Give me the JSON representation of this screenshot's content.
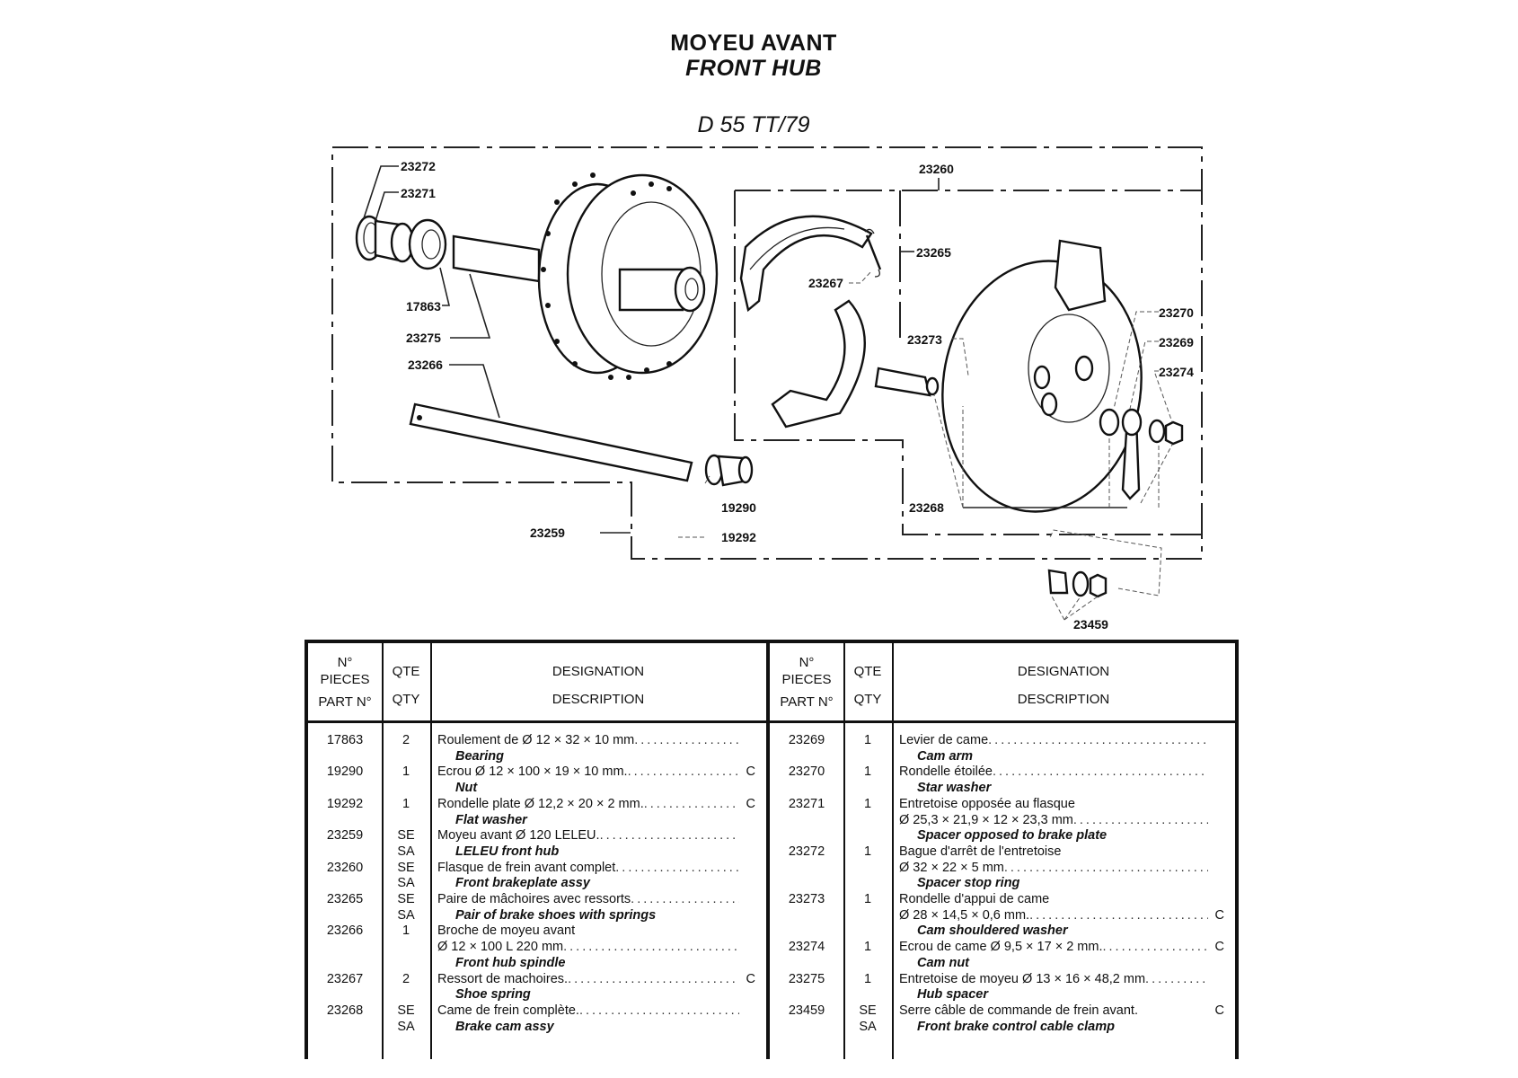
{
  "header": {
    "title_fr": "MOYEU AVANT",
    "title_en": "FRONT HUB",
    "model": "D 55 TT/79"
  },
  "diagram": {
    "callouts": [
      "23272",
      "23271",
      "17863",
      "23275",
      "23266",
      "23259",
      "19290",
      "19292",
      "23260",
      "23265",
      "23267",
      "23273",
      "23270",
      "23269",
      "23274",
      "23268",
      "23459"
    ]
  },
  "table": {
    "headers": {
      "part_fr_line1": "N°",
      "part_fr_line2": "PIECES",
      "part_en": "PART N°",
      "qty_fr": "QTE",
      "qty_en": "QTY",
      "desc_fr": "DESIGNATION",
      "desc_en": "DESCRIPTION"
    },
    "left_rows": [
      {
        "part": "17863",
        "qty": [
          "2"
        ],
        "lines": [
          {
            "fr": "Roulement de Ø 12 × 32 × 10 mm",
            "dots": true,
            "code": ""
          }
        ],
        "en": "Bearing"
      },
      {
        "part": "19290",
        "qty": [
          "1"
        ],
        "lines": [
          {
            "fr": "Ecrou Ø 12 × 100 × 19 × 10 mm.",
            "dots": true,
            "code": "C"
          }
        ],
        "en": "Nut"
      },
      {
        "part": "19292",
        "qty": [
          "1"
        ],
        "lines": [
          {
            "fr": "Rondelle plate Ø 12,2 × 20 × 2 mm.",
            "dots": true,
            "code": "C"
          }
        ],
        "en": "Flat washer"
      },
      {
        "part": "23259",
        "qty": [
          "SE",
          "SA"
        ],
        "lines": [
          {
            "fr": "Moyeu avant Ø 120 LELEU.",
            "dots": true,
            "code": ""
          }
        ],
        "en": "LELEU front hub"
      },
      {
        "part": "23260",
        "qty": [
          "SE",
          "SA"
        ],
        "lines": [
          {
            "fr": "Flasque de frein avant complet",
            "dots": true,
            "code": ""
          }
        ],
        "en": "Front brakeplate assy"
      },
      {
        "part": "23265",
        "qty": [
          "SE",
          "SA"
        ],
        "lines": [
          {
            "fr": "Paire de mâchoires avec ressorts",
            "dots": true,
            "code": ""
          }
        ],
        "en": "Pair of brake shoes with springs"
      },
      {
        "part": "23266",
        "qty": [
          "1"
        ],
        "lines": [
          {
            "fr": "Broche de moyeu avant",
            "dots": false,
            "code": ""
          },
          {
            "fr": "Ø 12 × 100 L 220 mm",
            "dots": true,
            "code": ""
          }
        ],
        "en": "Front hub spindle"
      },
      {
        "part": "23267",
        "qty": [
          "2"
        ],
        "lines": [
          {
            "fr": "Ressort de machoires.",
            "dots": true,
            "code": "C"
          }
        ],
        "en": "Shoe spring"
      },
      {
        "part": "23268",
        "qty": [
          "SE",
          "SA"
        ],
        "lines": [
          {
            "fr": "Came de frein complète.",
            "dots": true,
            "code": ""
          }
        ],
        "en": "Brake cam assy"
      }
    ],
    "right_rows": [
      {
        "part": "23269",
        "qty": [
          "1"
        ],
        "lines": [
          {
            "fr": "Levier de came",
            "dots": true,
            "code": ""
          }
        ],
        "en": "Cam arm"
      },
      {
        "part": "23270",
        "qty": [
          "1"
        ],
        "lines": [
          {
            "fr": "Rondelle étoilée",
            "dots": true,
            "code": ""
          }
        ],
        "en": "Star washer"
      },
      {
        "part": "23271",
        "qty": [
          "1"
        ],
        "lines": [
          {
            "fr": "Entretoise opposée au flasque",
            "dots": false,
            "code": ""
          },
          {
            "fr": "Ø 25,3 × 21,9 × 12 × 23,3 mm",
            "dots": true,
            "code": ""
          }
        ],
        "en": "Spacer opposed to brake plate"
      },
      {
        "part": "23272",
        "qty": [
          "1"
        ],
        "lines": [
          {
            "fr": "Bague d'arrêt de l'entretoise",
            "dots": false,
            "code": ""
          },
          {
            "fr": "Ø 32 × 22 × 5 mm",
            "dots": true,
            "code": ""
          }
        ],
        "en": "Spacer stop ring"
      },
      {
        "part": "23273",
        "qty": [
          "1"
        ],
        "lines": [
          {
            "fr": "Rondelle d'appui de came",
            "dots": false,
            "code": ""
          },
          {
            "fr": "Ø 28 × 14,5 × 0,6 mm.",
            "dots": true,
            "code": "C"
          }
        ],
        "en": "Cam shouldered washer"
      },
      {
        "part": "23274",
        "qty": [
          "1"
        ],
        "lines": [
          {
            "fr": "Ecrou de came Ø 9,5 × 17 × 2 mm.",
            "dots": true,
            "code": "C"
          }
        ],
        "en": "Cam nut"
      },
      {
        "part": "23275",
        "qty": [
          "1"
        ],
        "lines": [
          {
            "fr": "Entretoise de moyeu Ø 13 × 16 × 48,2 mm",
            "dots": true,
            "code": ""
          }
        ],
        "en": "Hub spacer"
      },
      {
        "part": "23459",
        "qty": [
          "SE",
          "SA"
        ],
        "lines": [
          {
            "fr": "Serre câble de commande de frein avant.",
            "dots": false,
            "code": "C"
          }
        ],
        "en": "Front brake control cable clamp"
      }
    ]
  }
}
